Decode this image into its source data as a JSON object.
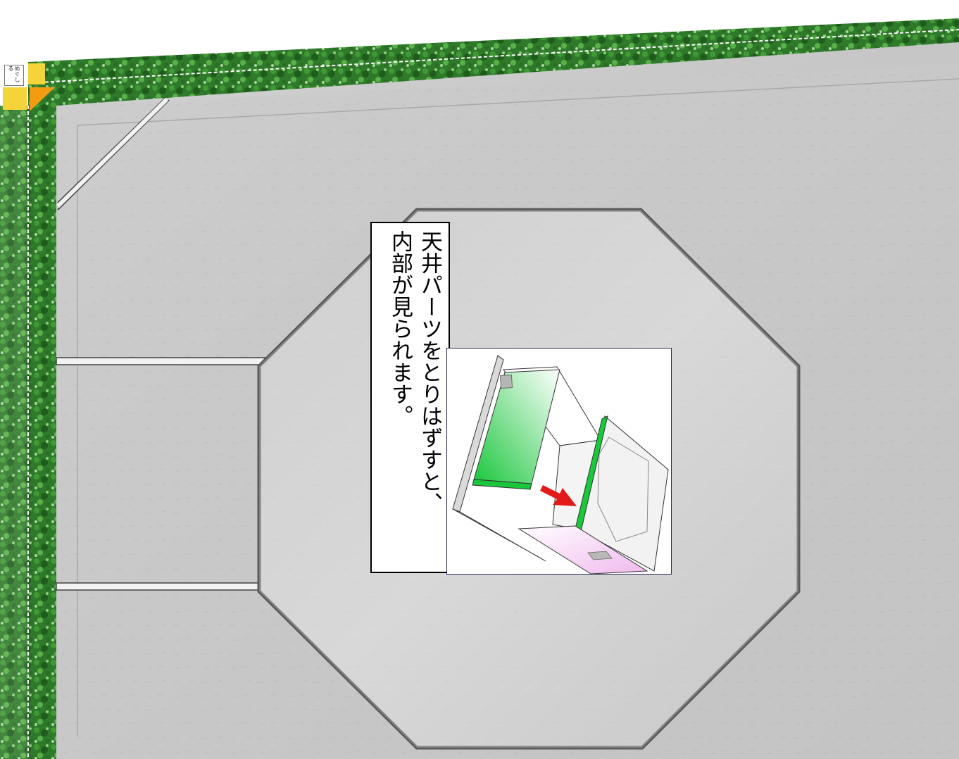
{
  "tab": {
    "label": "めぐしる"
  },
  "caption": {
    "text": "天井パーツをとりはずすと、\n内部が見られます。"
  },
  "colors": {
    "floor": "#c4c4c4",
    "floor_light": "#d6d6d6",
    "hedge": "#2f7a2a",
    "hedge_dark": "#1d4f1a",
    "octagon_stroke": "#5a5a5a",
    "accent_yellow": "#f5d43a",
    "accent_orange": "#f39c12",
    "device_green": "#18c93a",
    "arrow_red": "#e21a1a",
    "panel_pink": "#f3c6f0"
  },
  "icons": {
    "hedge_border": "hedge-texture",
    "corner_marker": "corner-triangle-marker",
    "device": "air-conditioner-unit-illustration",
    "arrow": "red-arrow-icon"
  }
}
